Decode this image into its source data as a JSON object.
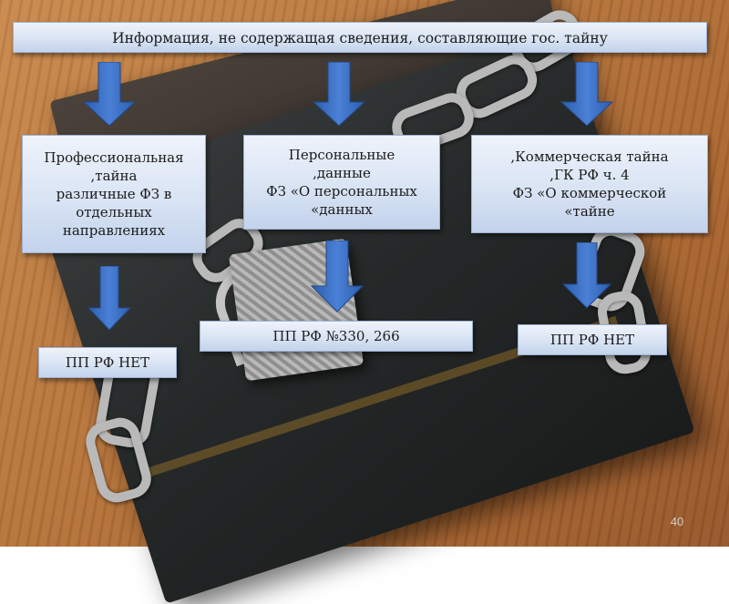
{
  "title": "Информация, не содержащая сведения, составляющие гос. тайну",
  "categories": [
    {
      "lines": [
        "Профессиональная",
        ",тайна",
        "различные ФЗ в",
        "отдельных",
        "направлениях"
      ],
      "regulation": "ПП РФ НЕТ"
    },
    {
      "lines": [
        "Персональные",
        ",данные",
        "ФЗ «О персональных",
        "«данных"
      ],
      "regulation": "ПП РФ №330, 266"
    },
    {
      "lines": [
        ",Коммерческая тайна",
        ",ГК РФ  ч. 4",
        "ФЗ «О коммерческой",
        "«тайне"
      ],
      "regulation": "ПП РФ НЕТ"
    }
  ],
  "slide_number": "40",
  "colors": {
    "box_fill": "#d9e4f4",
    "arrow_fill": "#3c6fc2"
  },
  "icons": [
    "down-arrow-icon"
  ]
}
